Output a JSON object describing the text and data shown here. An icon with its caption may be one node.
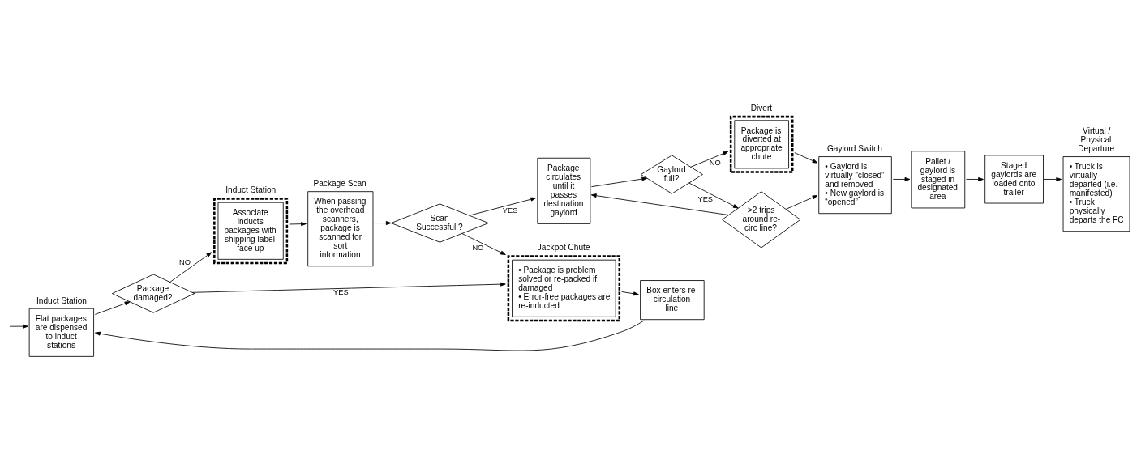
{
  "diagram": {
    "nodes": [
      {
        "text": [
          "Induct Station",
          "Flat packages are dispensed to induct stations"
        ]
      },
      {
        "text": [
          "Package damaged?"
        ]
      },
      {
        "text": [
          "Induct Station",
          "Associate inducts packages with shipping label face up"
        ]
      },
      {
        "text": [
          "Package Scan",
          "When passing the overhead scanners, package is scanned for sort information"
        ]
      },
      {
        "text": [
          "Scan Successful ?"
        ]
      },
      {
        "text": [
          "Package circulates until it passes destination gaylord"
        ]
      },
      {
        "text": [
          "Gaylord full?"
        ]
      },
      {
        "text": [
          "Divert",
          "Package is diverted at appropriate chute"
        ]
      },
      {
        "text": [
          "Gaylord Switch",
          "• Gaylord is virtually “closed” and removed",
          "• New gaylord is “opened”"
        ]
      },
      {
        "text": [
          "Pallet / gaylord is staged in designated area"
        ]
      },
      {
        "text": [
          "Staged gaylords are loaded onto trailer"
        ]
      },
      {
        "text": [
          "Virtual / Physical Departure",
          "• Truck is virtually departed (i.e. manifested)",
          "• Truck physically departs the FC"
        ]
      },
      {
        "text": [
          ">2 trips around re-circ line?"
        ]
      },
      {
        "text": [
          "Jackpot Chute",
          "• Package is problem solved or re-packed if damaged",
          "• Error-free packages are re-inducted"
        ]
      },
      {
        "text": [
          "Box enters re-circulation line"
        ]
      }
    ],
    "edges": [
      {
        "from": null,
        "to": 0,
        "arrow": "to"
      },
      {
        "from": 0,
        "to": 1,
        "arrow": "to"
      },
      {
        "from": 1,
        "to": 2,
        "arrow": "to",
        "label": "NO"
      },
      {
        "from": 1,
        "to": 13,
        "arrow": "to",
        "label": "YES"
      },
      {
        "from": 2,
        "to": 3,
        "arrow": "to"
      },
      {
        "from": 3,
        "to": 4,
        "arrow": "to"
      },
      {
        "from": 4,
        "to": 5,
        "arrow": "to",
        "label": "YES"
      },
      {
        "from": 4,
        "to": 13,
        "arrow": "to",
        "label": "NO"
      },
      {
        "from": 5,
        "to": 6,
        "arrow": "to"
      },
      {
        "from": 6,
        "to": 7,
        "arrow": "to",
        "label": "NO"
      },
      {
        "from": 6,
        "to": 12,
        "arrow": "to",
        "label": "YES"
      },
      {
        "from": 12,
        "to": 5,
        "arrow": "to"
      },
      {
        "from": 12,
        "to": 8,
        "arrow": "to"
      },
      {
        "from": 7,
        "to": 8,
        "arrow": "to"
      },
      {
        "from": 8,
        "to": 9,
        "arrow": "to"
      },
      {
        "from": 9,
        "to": 10,
        "arrow": "to"
      },
      {
        "from": 10,
        "to": 11,
        "arrow": "to"
      },
      {
        "from": 13,
        "to": 14,
        "arrow": "to"
      },
      {
        "from": 14,
        "to": 0,
        "arrow": "to"
      }
    ]
  }
}
